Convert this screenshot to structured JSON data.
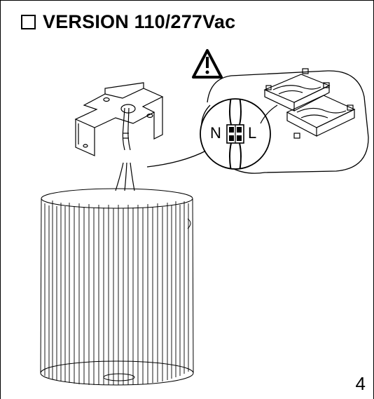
{
  "header": {
    "checkbox_icon": "checkbox-empty-icon",
    "title": "VERSION 110/277Vac"
  },
  "diagram": {
    "warning_icon": "warning-triangle-icon",
    "neutral_label": "N",
    "line_label": "L"
  },
  "footer": {
    "page_number": "4"
  }
}
